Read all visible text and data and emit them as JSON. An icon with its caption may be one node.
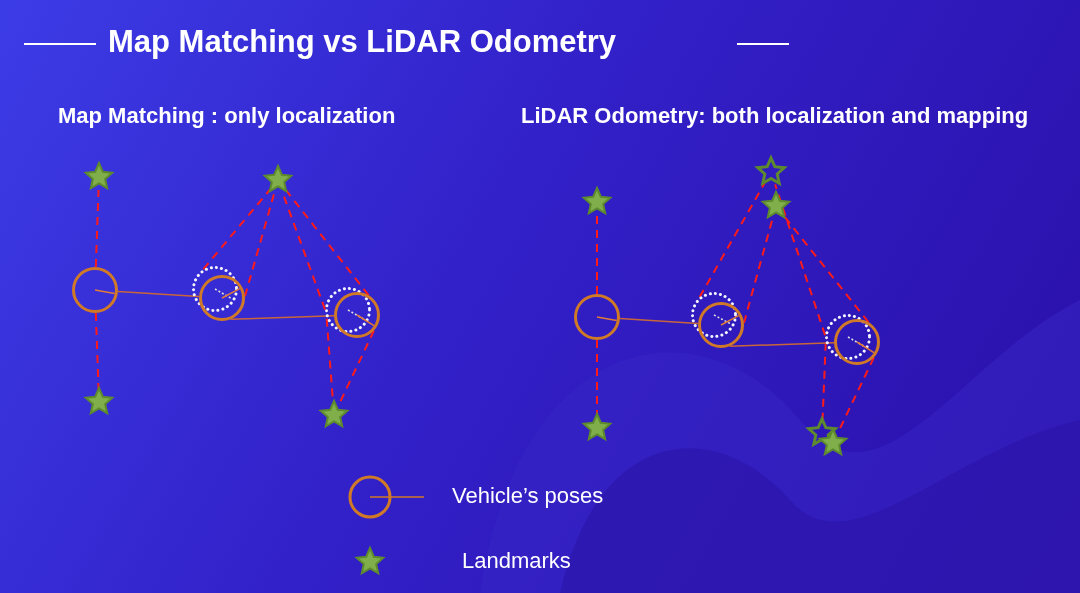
{
  "diagram": {
    "title": "Map Matching vs LiDAR Odometry",
    "nodes": [
      {
        "text": [],
        "shape": "circle"
      },
      {
        "text": [],
        "shape": "circle"
      },
      {
        "text": [],
        "shape": "circle"
      },
      {
        "text": [],
        "shape": "circle"
      },
      {
        "text": [],
        "shape": "circle"
      },
      {
        "text": [],
        "shape": "star"
      },
      {
        "text": [],
        "shape": "star"
      },
      {
        "text": [],
        "shape": "star"
      },
      {
        "text": [],
        "shape": "star"
      },
      {
        "text": [],
        "shape": "circle"
      },
      {
        "text": [],
        "shape": "circle"
      },
      {
        "text": [],
        "shape": "circle"
      },
      {
        "text": [],
        "shape": "circle"
      },
      {
        "text": [],
        "shape": "circle"
      },
      {
        "text": [],
        "shape": "star"
      },
      {
        "text": [],
        "shape": "star"
      },
      {
        "text": [],
        "shape": "star"
      },
      {
        "text": [],
        "shape": "star"
      },
      {
        "text": [],
        "shape": "star"
      },
      {
        "text": [],
        "shape": "star"
      }
    ],
    "edges": [
      {
        "from": 0,
        "to": 5,
        "arrow": "none",
        "style": "dashed"
      },
      {
        "from": 0,
        "to": 7,
        "arrow": "none",
        "style": "dashed"
      },
      {
        "from": 1,
        "to": 6,
        "arrow": "none",
        "style": "dashed"
      },
      {
        "from": 2,
        "to": 6,
        "arrow": "none",
        "style": "dashed"
      },
      {
        "from": 3,
        "to": 6,
        "arrow": "none",
        "style": "dashed"
      },
      {
        "from": 4,
        "to": 6,
        "arrow": "none",
        "style": "dashed"
      },
      {
        "from": 3,
        "to": 8,
        "arrow": "none",
        "style": "dashed"
      },
      {
        "from": 4,
        "to": 8,
        "arrow": "none",
        "style": "dashed"
      },
      {
        "from": 0,
        "to": 2,
        "arrow": "none",
        "color": "#c8663a"
      },
      {
        "from": 2,
        "to": 4,
        "arrow": "none",
        "color": "#c8663a"
      },
      {
        "from": 9,
        "to": 14,
        "arrow": "none",
        "style": "dashed"
      },
      {
        "from": 9,
        "to": 17,
        "arrow": "none",
        "style": "dashed"
      },
      {
        "from": 10,
        "to": 15,
        "arrow": "none",
        "style": "dashed"
      },
      {
        "from": 11,
        "to": 16,
        "arrow": "none",
        "style": "dashed"
      },
      {
        "from": 12,
        "to": 15,
        "arrow": "none",
        "style": "dashed"
      },
      {
        "from": 13,
        "to": 16,
        "arrow": "none",
        "style": "dashed"
      },
      {
        "from": 12,
        "to": 18,
        "arrow": "none",
        "style": "dashed"
      },
      {
        "from": 13,
        "to": 19,
        "arrow": "none",
        "style": "dashed"
      },
      {
        "from": 9,
        "to": 11,
        "arrow": "none",
        "color": "#c8663a"
      },
      {
        "from": 11,
        "to": 13,
        "arrow": "none",
        "color": "#c8663a"
      }
    ],
    "labels": [
      "Map Matching : only localization",
      "LiDAR Odometry: both localization and mapping"
    ],
    "legend": [
      {
        "text": "Vehicle’s poses"
      },
      {
        "text": "Landmarks"
      }
    ]
  }
}
